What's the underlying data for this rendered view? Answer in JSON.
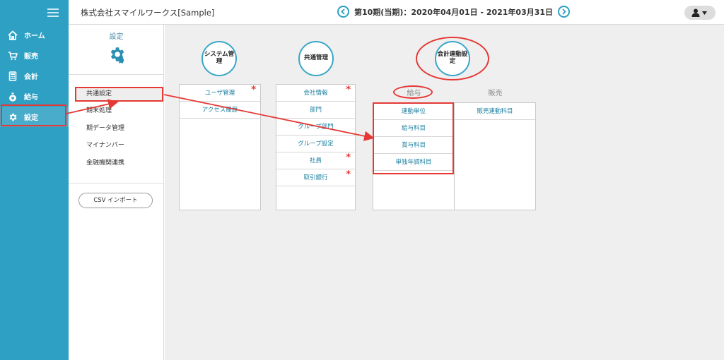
{
  "nav": {
    "items": [
      {
        "label": "ホーム",
        "icon": "home-icon"
      },
      {
        "label": "販売",
        "icon": "cart-icon"
      },
      {
        "label": "会計",
        "icon": "calculator-icon"
      },
      {
        "label": "給与",
        "icon": "money-bag-icon"
      },
      {
        "label": "設定",
        "icon": "gear-icon"
      }
    ]
  },
  "header": {
    "company": "株式会社スマイルワークス[Sample]",
    "period": "第10期(当期)：2020年04月01日 - 2021年03月31日"
  },
  "sidebar": {
    "title": "設定",
    "items": [
      {
        "label": "共通設定"
      },
      {
        "label": "期末処理"
      },
      {
        "label": "期データ管理"
      },
      {
        "label": "マイナンバー"
      },
      {
        "label": "金融機関連携"
      }
    ],
    "csv_button": "CSV インポート"
  },
  "main": {
    "circles": {
      "system": "システム管理",
      "common": "共通管理",
      "accounting_link": "会計連動設定"
    },
    "system_items": [
      "ユーザ管理",
      "アクセス履歴"
    ],
    "common_items": [
      "会社情報",
      "部門",
      "グループ部門",
      "グループ設定",
      "社員",
      "取引銀行"
    ],
    "payroll_header": "給与",
    "sales_header": "販売",
    "payroll_items": [
      "連動単位",
      "給与科目",
      "賞与科目",
      "単独年調科目"
    ],
    "sales_items": [
      "販売連動科目"
    ],
    "required_mark": "*"
  },
  "colors": {
    "nav_bg": "#2ea0c4",
    "accent": "#3aa6c8",
    "highlight_red": "#e53935",
    "link": "#1a7fa0"
  }
}
